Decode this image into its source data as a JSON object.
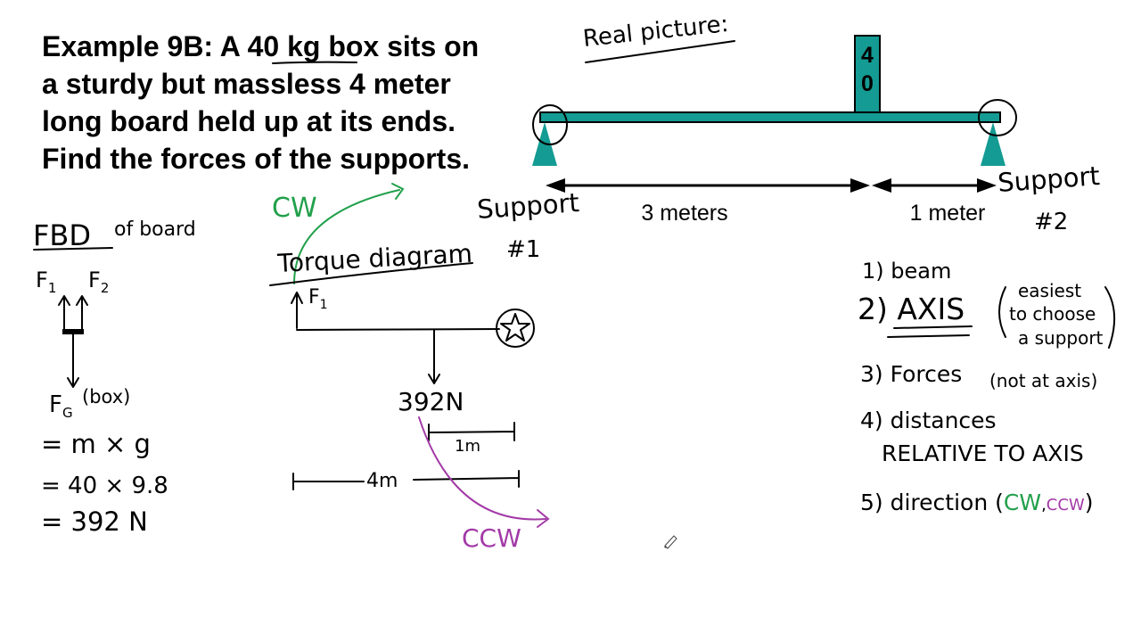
{
  "problem": {
    "line1_a": "Example 9B: A ",
    "line1_b": "40 kg",
    "line1_c": " box sits on",
    "line2": "a sturdy but massless 4 meter",
    "line3": "long board held up at its ends.",
    "line4": "Find the forces of the supports."
  },
  "real_picture": {
    "label": "Real picture:",
    "box_digit_top": "4",
    "box_digit_bottom": "0",
    "support1_label_line1": "Support",
    "support1_label_line2": "#1",
    "support2_label_line1": "Support",
    "support2_label_line2": "#2",
    "dist_left": "3 meters",
    "dist_right": "1 meter"
  },
  "fbd": {
    "title_a": "FBD",
    "title_b": "of board",
    "f1": "F",
    "f1_sub": "1",
    "f2": "F",
    "f2_sub": "2",
    "fg": "F",
    "fg_sub": "G",
    "fg_note": "(box)",
    "eq1": "= m × g",
    "eq2": "= 40 × 9.8",
    "eq3": "= 392 N"
  },
  "torque_diagram": {
    "title": "Torque diagram",
    "cw": "CW",
    "ccw": "CCW",
    "f1": "F",
    "f1_sub": "1",
    "force": "392N",
    "dist_1m": "1m",
    "dist_4m": "4m"
  },
  "steps": {
    "s1": "1) beam",
    "s2": "2) AXIS",
    "s2_note1": "easiest",
    "s2_note2": "to choose",
    "s2_note3": "a support",
    "s3": "3) Forces",
    "s3_note": "(not at axis)",
    "s4_line1": "4) distances",
    "s4_line2": "RELATIVE TO AXIS",
    "s5": "5) direction (",
    "s5_cw": "CW",
    "s5_sep": ",",
    "s5_ccw": "CCW",
    "s5_close": ")"
  },
  "colors": {
    "beam": "#149b93",
    "cw": "#22a04b",
    "ccw": "#a23aa7",
    "ink": "#000000"
  }
}
